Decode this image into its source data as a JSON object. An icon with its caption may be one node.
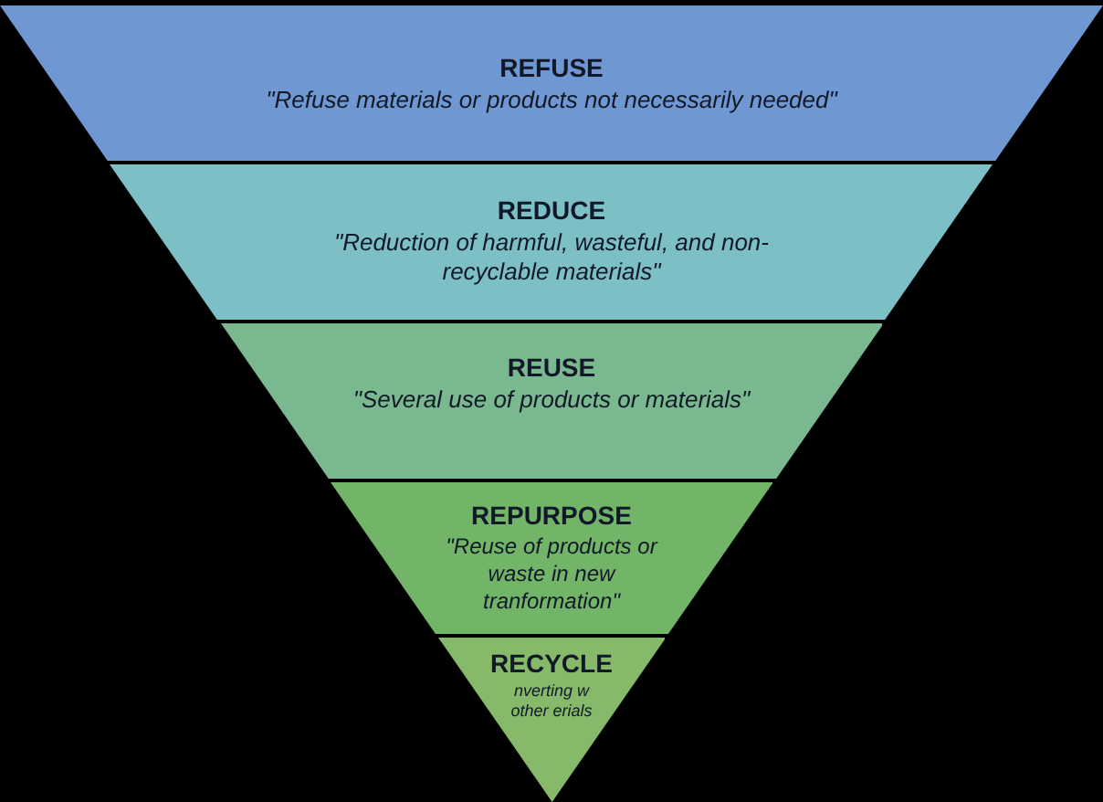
{
  "diagram": {
    "nodes": [
      {
        "text": [
          "REFUSE",
          "\"Refuse materials or products not necessarily needed\""
        ]
      },
      {
        "text": [
          "REDUCE",
          "\"Reduction of harmful, wasteful, and non-recyclable materials\""
        ]
      },
      {
        "text": [
          "REUSE",
          "\"Several use of products or materials\""
        ]
      },
      {
        "text": [
          "REPURPOSE",
          "\"Reuse of products or waste in new tranformation\""
        ]
      },
      {
        "text": [
          "RECYCLE",
          "nverting w other erials"
        ]
      }
    ]
  }
}
